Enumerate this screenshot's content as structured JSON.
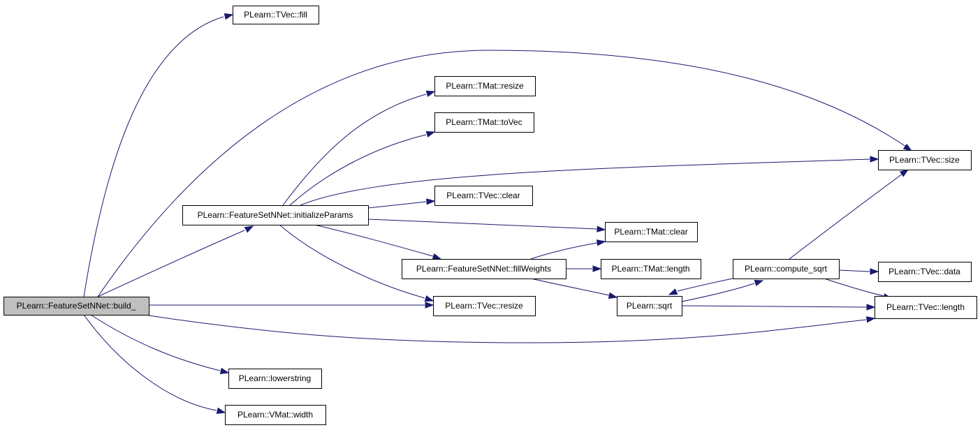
{
  "graph": {
    "nodes": [
      {
        "id": "build",
        "label": "PLearn::FeatureSetNNet::build_",
        "root": true
      },
      {
        "id": "fill",
        "label": "PLearn::TVec::fill"
      },
      {
        "id": "initializeParams",
        "label": "PLearn::FeatureSetNNet::initializeParams"
      },
      {
        "id": "tmat_resize",
        "label": "PLearn::TMat::resize"
      },
      {
        "id": "tmat_toVec",
        "label": "PLearn::TMat::toVec"
      },
      {
        "id": "tvec_clear",
        "label": "PLearn::TVec::clear"
      },
      {
        "id": "tmat_clear",
        "label": "PLearn::TMat::clear"
      },
      {
        "id": "fillWeights",
        "label": "PLearn::FeatureSetNNet::fillWeights"
      },
      {
        "id": "tmat_length",
        "label": "PLearn::TMat::length"
      },
      {
        "id": "tvec_resize",
        "label": "PLearn::TVec::resize"
      },
      {
        "id": "sqrt",
        "label": "PLearn::sqrt"
      },
      {
        "id": "compute_sqrt",
        "label": "PLearn::compute_sqrt"
      },
      {
        "id": "tvec_size",
        "label": "PLearn::TVec::size"
      },
      {
        "id": "tvec_data",
        "label": "PLearn::TVec::data"
      },
      {
        "id": "tvec_length",
        "label": "PLearn::TVec::length"
      },
      {
        "id": "lowerstring",
        "label": "PLearn::lowerstring"
      },
      {
        "id": "vmat_width",
        "label": "PLearn::VMat::width"
      }
    ],
    "edges": [
      {
        "from": "build",
        "to": "fill"
      },
      {
        "from": "build",
        "to": "tvec_size"
      },
      {
        "from": "build",
        "to": "initializeParams"
      },
      {
        "from": "build",
        "to": "tvec_resize"
      },
      {
        "from": "build",
        "to": "tvec_length"
      },
      {
        "from": "build",
        "to": "lowerstring"
      },
      {
        "from": "build",
        "to": "vmat_width"
      },
      {
        "from": "initializeParams",
        "to": "tmat_resize"
      },
      {
        "from": "initializeParams",
        "to": "tmat_toVec"
      },
      {
        "from": "initializeParams",
        "to": "tvec_size"
      },
      {
        "from": "initializeParams",
        "to": "tvec_clear"
      },
      {
        "from": "initializeParams",
        "to": "tmat_clear"
      },
      {
        "from": "initializeParams",
        "to": "fillWeights"
      },
      {
        "from": "initializeParams",
        "to": "tvec_resize"
      },
      {
        "from": "fillWeights",
        "to": "tmat_clear"
      },
      {
        "from": "fillWeights",
        "to": "tmat_length"
      },
      {
        "from": "fillWeights",
        "to": "sqrt"
      },
      {
        "from": "sqrt",
        "to": "compute_sqrt"
      },
      {
        "from": "sqrt",
        "to": "tvec_length"
      },
      {
        "from": "compute_sqrt",
        "to": "sqrt"
      },
      {
        "from": "compute_sqrt",
        "to": "tvec_size"
      },
      {
        "from": "compute_sqrt",
        "to": "tvec_data"
      },
      {
        "from": "compute_sqrt",
        "to": "tvec_length"
      }
    ]
  },
  "colors": {
    "edge": "#191970",
    "root_fill": "#bfbfbf",
    "node_fill": "#ffffff",
    "node_border": "#000000"
  }
}
